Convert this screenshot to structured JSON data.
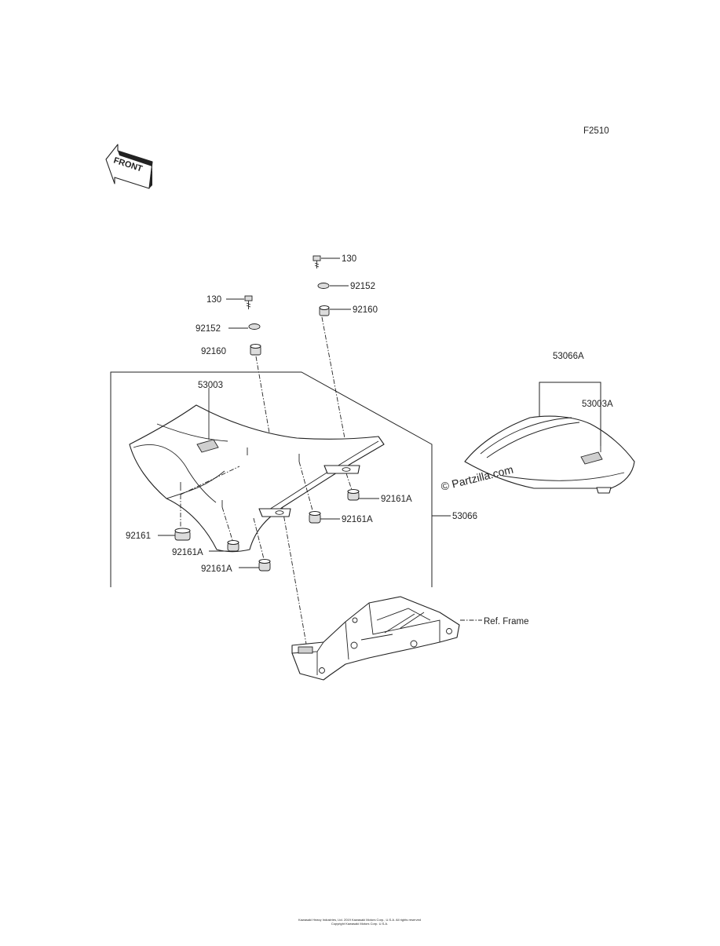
{
  "diagram": {
    "code": "F2510",
    "front_badge": "FRONT",
    "watermark": "© Partzilla.com",
    "footer_line1": "Kawasaki Heavy Industries, Ltd. 2019 Kawasaki Motors Corp., U.S.A. All rights reserved",
    "footer_line2": "Copyright Kawasaki Motors Corp. U.S.A."
  },
  "callouts": {
    "bolt_right": "130",
    "washer_right": "92152",
    "grommet_right": "92160",
    "bolt_left": "130",
    "washer_left": "92152",
    "grommet_left": "92160",
    "seat_cover_assy": "53066A",
    "seat_cover": "53003A",
    "seat_strap": "53003",
    "seat_assy": "53066",
    "damper_right_upper": "92161A",
    "damper_right_mid": "92161A",
    "damper_left": "92161",
    "damper_left_lower": "92161A",
    "damper_front_lower": "92161A",
    "frame_ref": "Ref. Frame"
  },
  "colors": {
    "line": "#222222",
    "background": "#ffffff",
    "watermark": "#333333"
  }
}
